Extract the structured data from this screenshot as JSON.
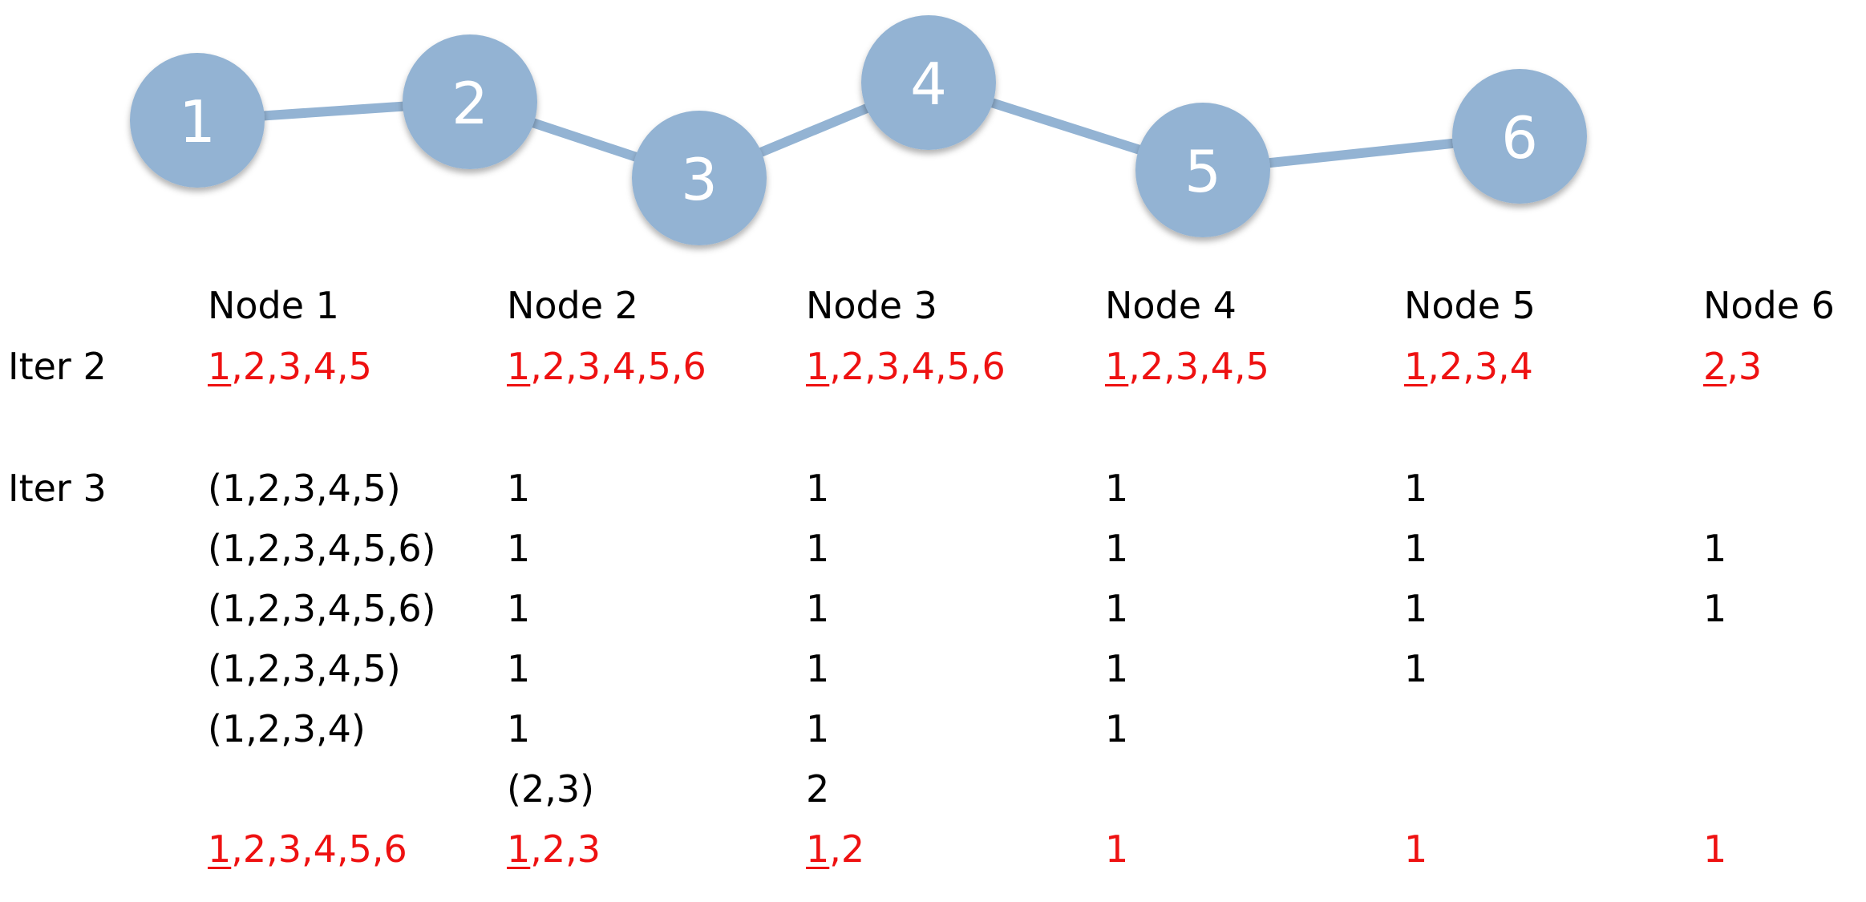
{
  "graph": {
    "nodes": [
      {
        "id": "1",
        "label": "1"
      },
      {
        "id": "2",
        "label": "2"
      },
      {
        "id": "3",
        "label": "3"
      },
      {
        "id": "4",
        "label": "4"
      },
      {
        "id": "5",
        "label": "5"
      },
      {
        "id": "6",
        "label": "6"
      }
    ],
    "edges": [
      [
        "1",
        "2"
      ],
      [
        "2",
        "3"
      ],
      [
        "3",
        "4"
      ],
      [
        "4",
        "5"
      ],
      [
        "5",
        "6"
      ]
    ],
    "color": "#93b3d3"
  },
  "accent_color": "#ee1111",
  "headers": [
    "Node 1",
    "Node 2",
    "Node 3",
    "Node 4",
    "Node 5",
    "Node 6"
  ],
  "iter2": {
    "label": "Iter 2",
    "cells": [
      {
        "first": "1",
        "rest": ",2,3,4,5"
      },
      {
        "first": "1",
        "rest": ",2,3,4,5,6"
      },
      {
        "first": "1",
        "rest": ",2,3,4,5,6"
      },
      {
        "first": "1",
        "rest": ",2,3,4,5"
      },
      {
        "first": "1",
        "rest": ",2,3,4"
      },
      {
        "first": "2",
        "rest": ",3"
      }
    ]
  },
  "iter3": {
    "label": "Iter 3",
    "rows": [
      [
        "(1,2,3,4,5)",
        "1",
        "1",
        "1",
        "1",
        ""
      ],
      [
        "(1,2,3,4,5,6)",
        "1",
        "1",
        "1",
        "1",
        "1"
      ],
      [
        "(1,2,3,4,5,6)",
        "1",
        "1",
        "1",
        "1",
        "1"
      ],
      [
        "(1,2,3,4,5)",
        "1",
        "1",
        "1",
        "1",
        ""
      ],
      [
        "(1,2,3,4)",
        "1",
        "1",
        "1",
        "",
        ""
      ],
      [
        "",
        "(2,3)",
        "2",
        "",
        "",
        ""
      ]
    ],
    "result": [
      {
        "first": "1",
        "rest": ",2,3,4,5,6",
        "underline": true
      },
      {
        "first": "1",
        "rest": ",2,3",
        "underline": true
      },
      {
        "first": "1",
        "rest": ",2",
        "underline": true
      },
      {
        "first": "1",
        "rest": "",
        "underline": false
      },
      {
        "first": "1",
        "rest": "",
        "underline": false
      },
      {
        "first": "1",
        "rest": "",
        "underline": false
      }
    ]
  }
}
